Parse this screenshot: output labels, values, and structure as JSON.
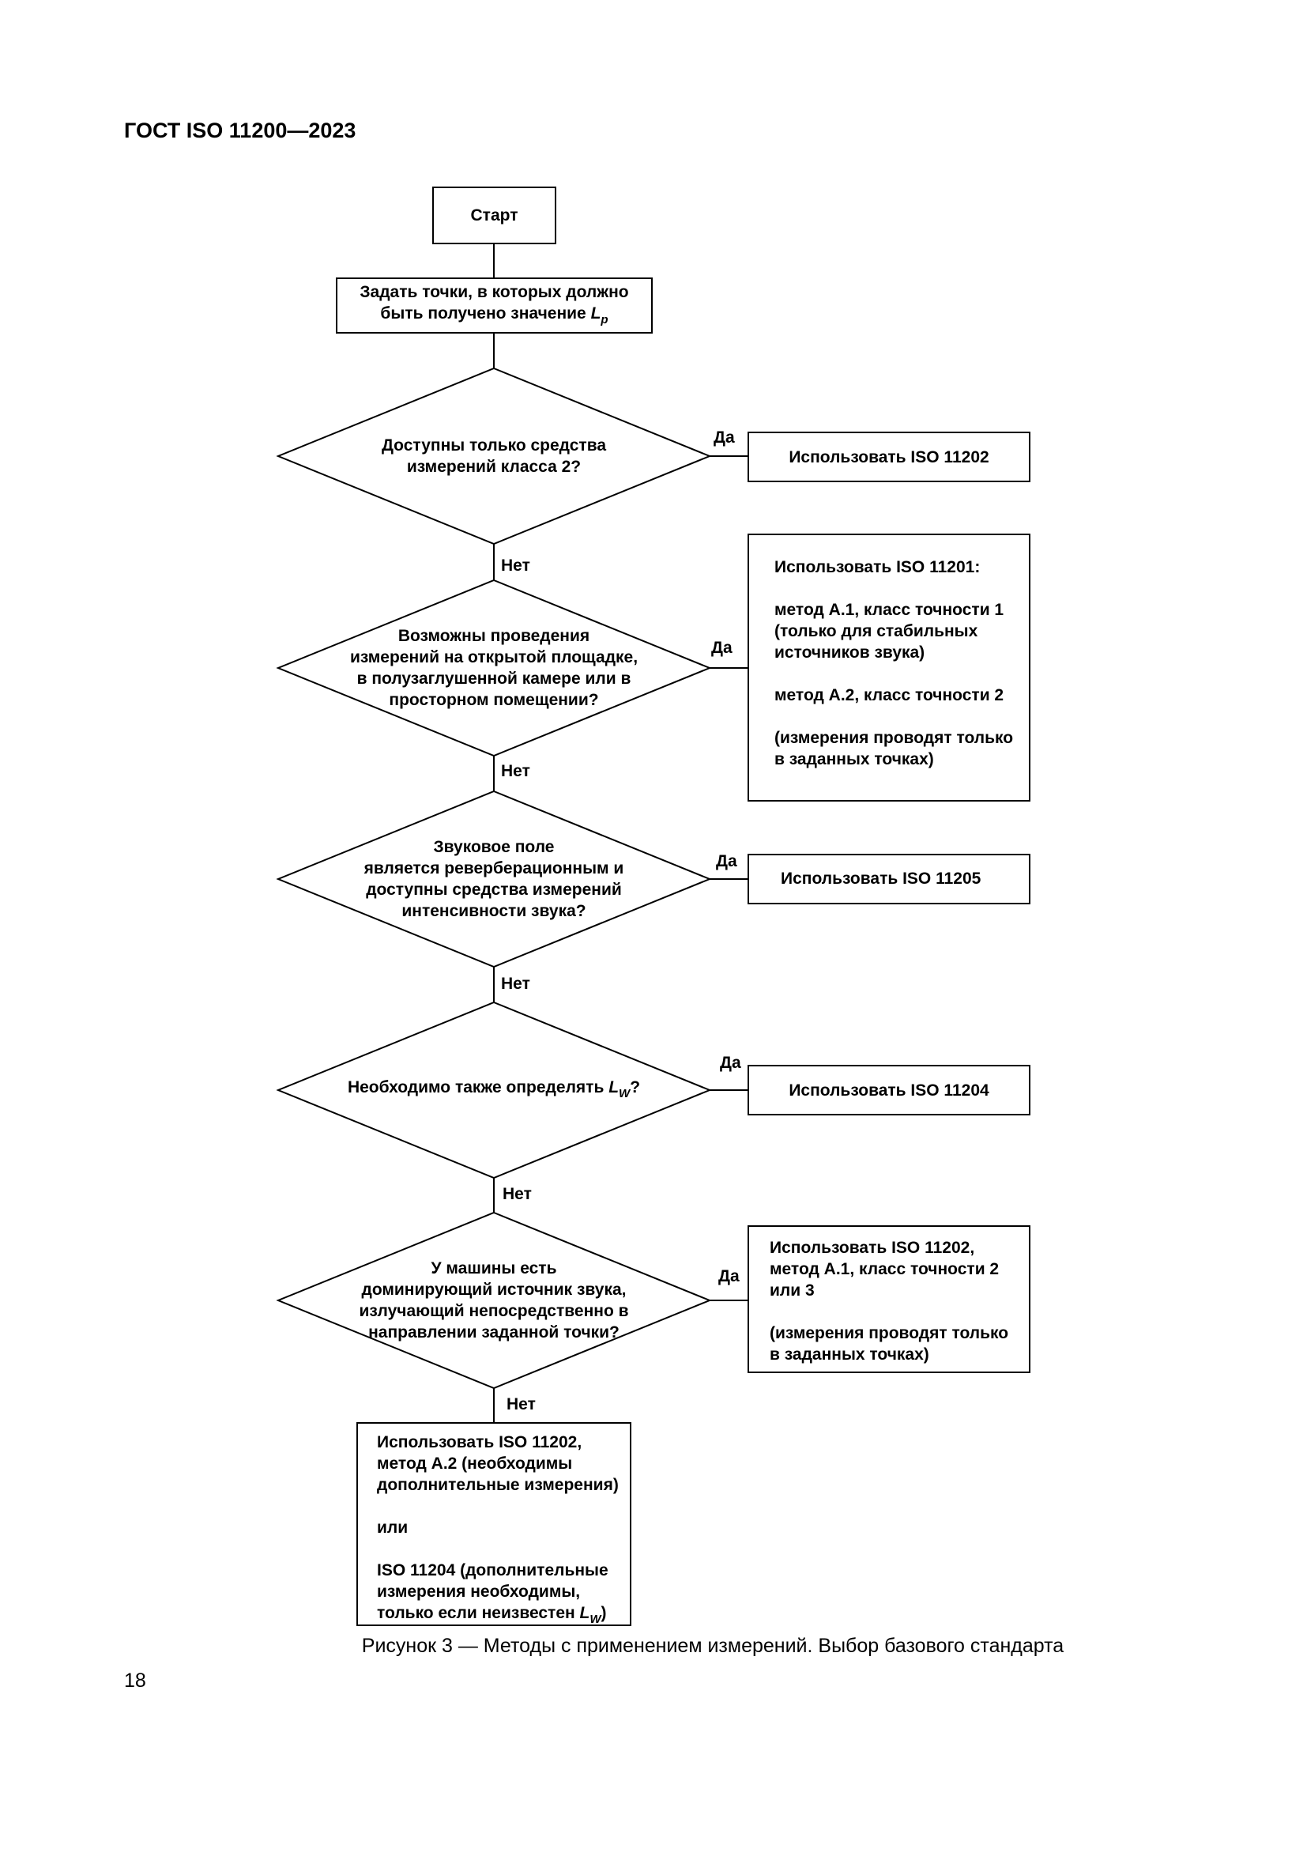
{
  "header": {
    "title": "ГОСТ ISO 11200—2023"
  },
  "flowchart": {
    "start": "Старт",
    "define": {
      "text": "Задать точки, в которых должно",
      "text2": "быть получено значение",
      "symbol": "L",
      "symbol_sub": "p"
    },
    "decisions": [
      {
        "lines": [
          "Доступны только средства",
          "измерений класса 2?"
        ]
      },
      {
        "lines": [
          "Возможны проведения",
          "измерений на открытой площадке,",
          "в полузаглушенной камере или в",
          "просторном помещении?"
        ]
      },
      {
        "lines": [
          "Звуковое поле",
          "является реверберационным и",
          "доступны средства измерений",
          "интенсивности звука?"
        ]
      },
      {
        "text": "Необходимо также определять",
        "symbol": "L",
        "symbol_sub": "W",
        "suffix": "?"
      },
      {
        "lines": [
          "У машины есть",
          "доминирующий источник звука,",
          "излучающий непосредственно в",
          "направлении заданной точки?"
        ]
      }
    ],
    "yes_label": "Да",
    "no_label": "Нет",
    "results": {
      "r1": "Использовать ISO 11202",
      "r2": [
        "Использовать ISO 11201:",
        "",
        "метод А.1, класс точности 1",
        "(только для стабильных",
        "источников звука)",
        "",
        "метод А.2, класс точности 2",
        "",
        "(измерения проводят только",
        "в заданных точках)"
      ],
      "r3": "Использовать ISO 11205",
      "r4": "Использовать ISO 11204",
      "r5": [
        "Использовать ISO 11202,",
        "метод А.1, класс точности 2",
        "или 3",
        "",
        "(измерения проводят только",
        "в заданных точках)"
      ],
      "final": [
        "Использовать ISO 11202,",
        "метод А.2 (необходимы",
        "дополнительные измерения)",
        "",
        "или",
        "",
        "ISO 11204 (дополнительные",
        "измерения необходимы,"
      ],
      "final_last": {
        "text": "только если неизвестен",
        "symbol": "L",
        "symbol_sub": "W",
        "suffix": ")"
      }
    }
  },
  "caption": "Рисунок 3 — Методы с применением измерений. Выбор базового стандарта",
  "page_number": "18"
}
